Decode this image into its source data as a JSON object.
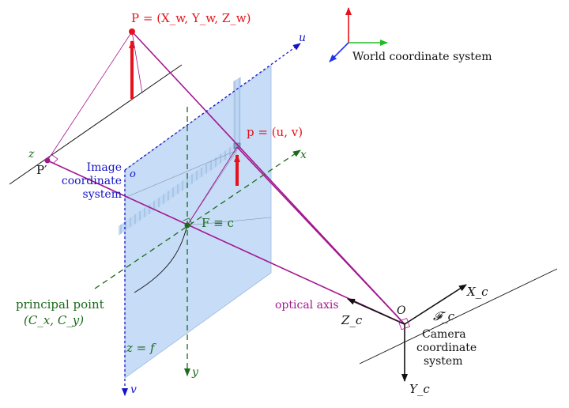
{
  "colors": {
    "red": "#e8101a",
    "purple": "#a3178f",
    "green": "#1a6b1a",
    "blue": "#1515c8",
    "plane": "#bcd6f6",
    "black": "#111111",
    "axis_green": "#22bb22",
    "axis_blue": "#2233ee"
  },
  "labels": {
    "world_point": "P = (X_w, Y_w, Z_w)",
    "image_point": "p = (u, v)",
    "projected_point": "P′",
    "z_left": "z",
    "u_axis": "u",
    "x_axis": "x",
    "y_axis": "y",
    "v_axis": "v",
    "origin_o": "o",
    "image_cs_1": "Image",
    "image_cs_2": "coordinate",
    "image_cs_3": "system",
    "focal": "F ≡ c",
    "principal_1": "principal point",
    "principal_2": "(C_x, C_y)",
    "z_eq_f": "z = f",
    "optical_axis": "optical axis",
    "camera_O": "O",
    "camera_Xc": "X_c",
    "camera_Yc": "Y_c",
    "camera_Zc": "Z_c",
    "camera_Fc": "𝓕_c",
    "camera_cs_1": "Camera",
    "camera_cs_2": "coordinate",
    "camera_cs_3": "system",
    "world_cs": "World coordinate system"
  }
}
